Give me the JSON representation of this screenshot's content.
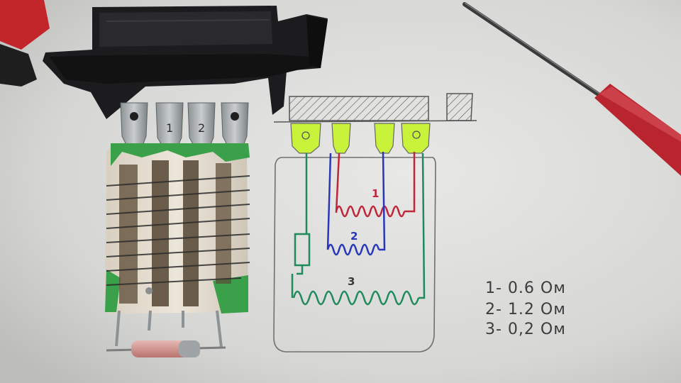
{
  "photo": {
    "paper_color": "#dfe0df",
    "connector_color": "#222222",
    "pin_labels": [
      "1",
      "2"
    ],
    "pad_color": "#c9f23a"
  },
  "sketch": {
    "resistor_labels": [
      "1",
      "2",
      "3"
    ],
    "wire_colors": {
      "red": "#c0263a",
      "blue": "#2a36b8",
      "green": "#1f8a5a",
      "pencil": "#6f6f6f"
    }
  },
  "legend": {
    "items": [
      "1- 0.6 Ом",
      "2- 1.2 Ом",
      "3- 0,2 Ом"
    ]
  }
}
